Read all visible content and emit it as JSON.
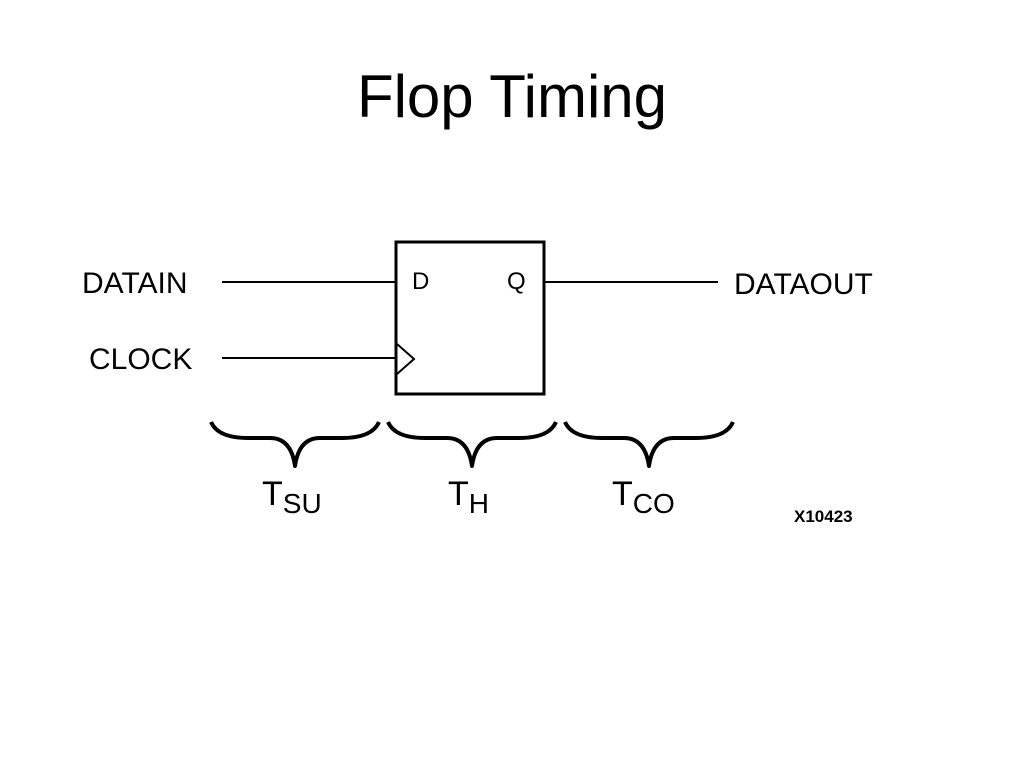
{
  "title": "Flop Timing",
  "flipflop": {
    "input_port": "D",
    "output_port": "Q"
  },
  "signals": {
    "data_in": "DATAIN",
    "clock": "CLOCK",
    "data_out": "DATAOUT"
  },
  "timing": {
    "setup": {
      "main": "T",
      "sub": "SU"
    },
    "hold": {
      "main": "T",
      "sub": "H"
    },
    "clock_to_out": {
      "main": "T",
      "sub": "CO"
    }
  },
  "figure_id": "X10423"
}
